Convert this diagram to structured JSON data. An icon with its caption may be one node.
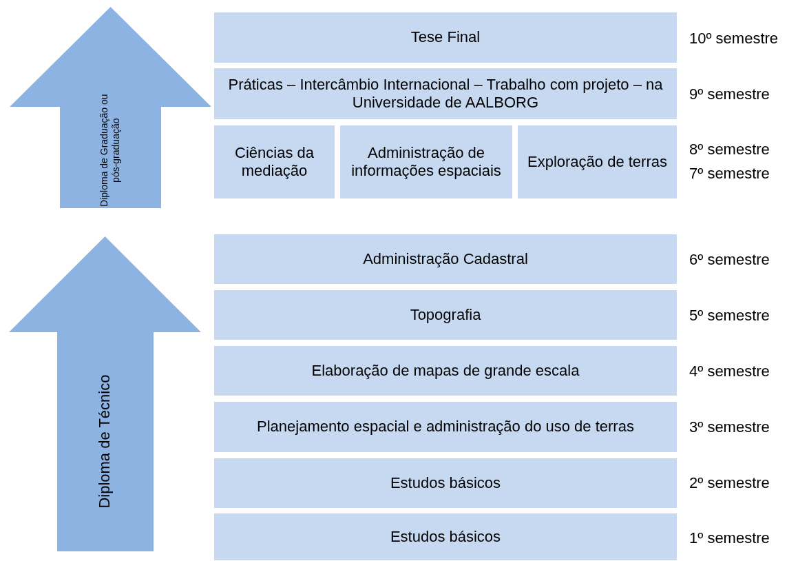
{
  "diagram": {
    "nodes": [
      {
        "text": [
          "Diploma de Graduação ou pós-graduação"
        ]
      },
      {
        "text": [
          "Tese Final"
        ],
        "beside": [
          "10º semestre"
        ]
      },
      {
        "text": [
          "Práticas – Intercâmbio Internacional – Trabalho com projeto – na Universidade de AALBORG"
        ],
        "beside": [
          "9º semestre"
        ]
      },
      {
        "text": [
          "Ciências da mediação"
        ]
      },
      {
        "text": [
          "Administração de informações espaciais"
        ]
      },
      {
        "text": [
          "Exploração de terras"
        ],
        "beside": [
          "8º semestre",
          "7º semestre"
        ]
      },
      {
        "text": [
          "Diploma de Técnico"
        ]
      },
      {
        "text": [
          "Administração Cadastral"
        ],
        "beside": [
          "6º semestre"
        ]
      },
      {
        "text": [
          "Topografia"
        ],
        "beside": [
          "5º semestre"
        ]
      },
      {
        "text": [
          "Elaboração de mapas de grande escala"
        ],
        "beside": [
          "4º semestre"
        ]
      },
      {
        "text": [
          "Planejamento espacial e administração do uso de terras"
        ],
        "beside": [
          "3º semestre"
        ]
      },
      {
        "text": [
          "Estudos básicos"
        ],
        "beside": [
          "2º semestre"
        ]
      },
      {
        "text": [
          "Estudos básicos"
        ],
        "beside": [
          "1º semestre"
        ]
      }
    ]
  }
}
